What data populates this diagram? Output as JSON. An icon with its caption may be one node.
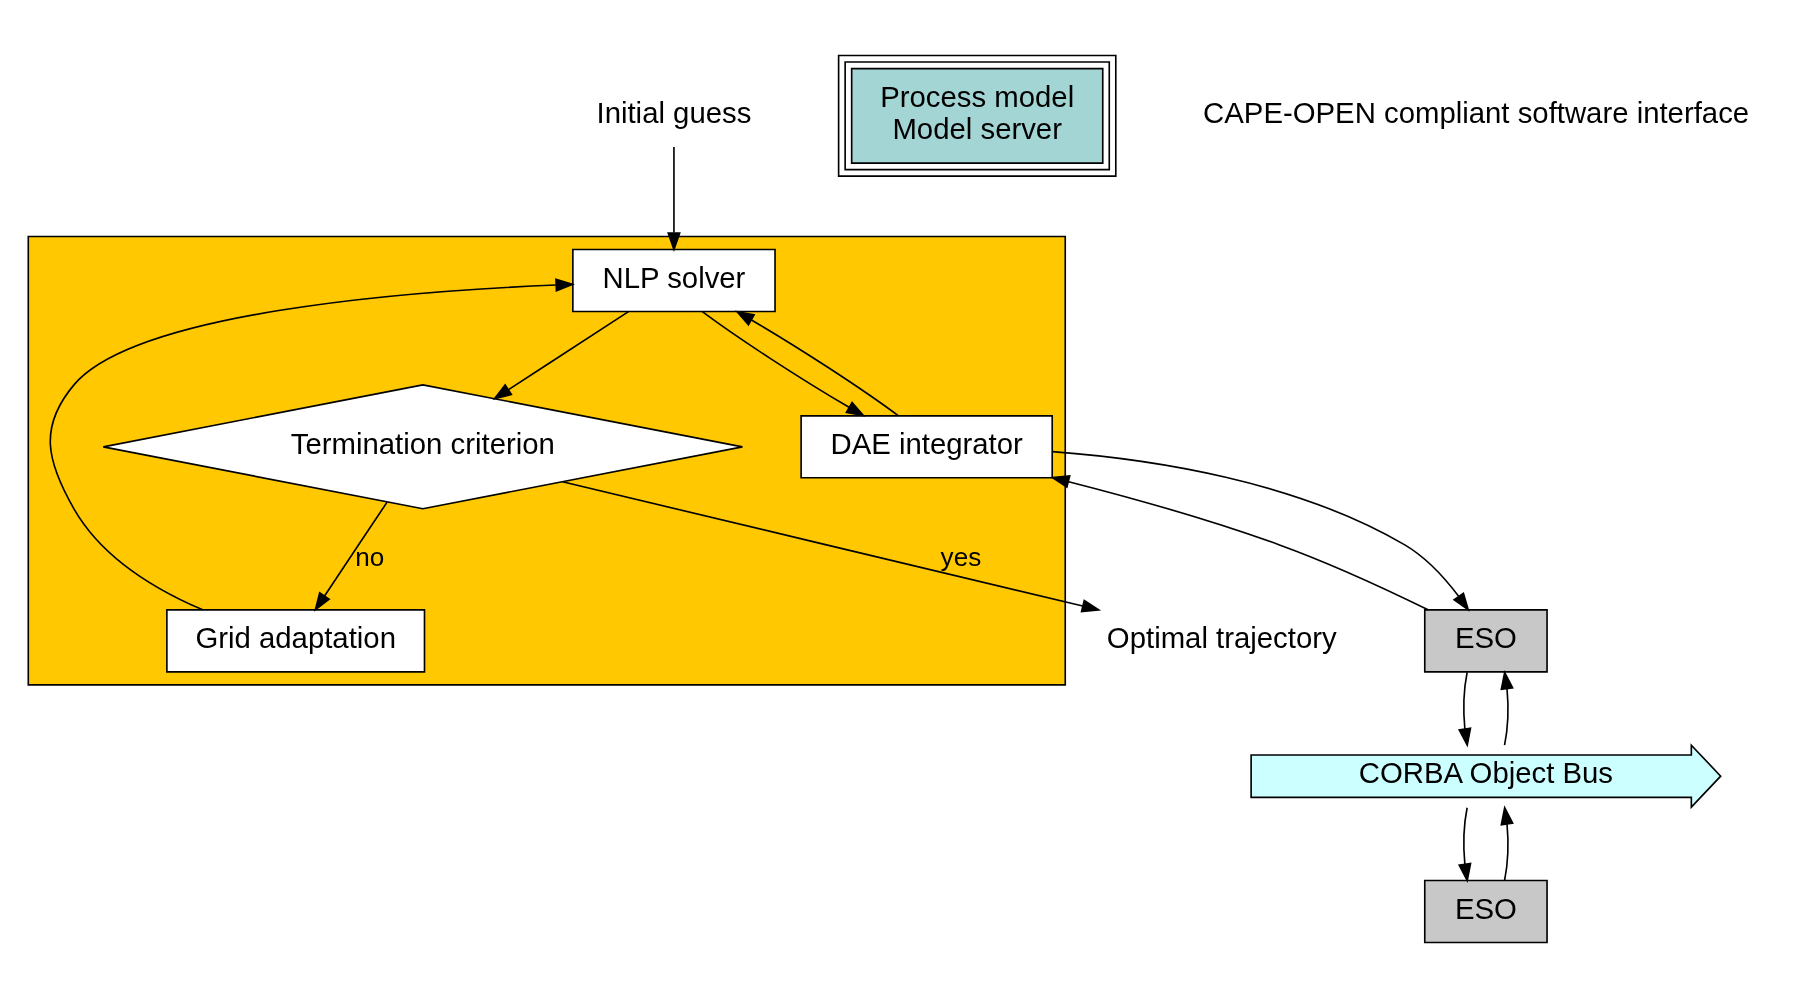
{
  "diagram": {
    "nodes": [
      {
        "text": [],
        "shape": "box"
      },
      {
        "text": [
          "Initial guess"
        ]
      },
      {
        "text": [
          "NLP solver"
        ],
        "in": 0
      },
      {
        "text": [
          "DAE integrator"
        ],
        "in": 0
      },
      {
        "text": [
          "ESO"
        ]
      },
      {
        "text": [
          "Grid adaptation"
        ],
        "in": 0
      },
      {
        "text": [
          "Termination criterion"
        ],
        "in": 0
      },
      {
        "text": [
          "Optimal trajectory"
        ]
      },
      {
        "text": [
          "Process model",
          "Model server"
        ]
      },
      {
        "text": [
          "ESO"
        ]
      },
      {
        "text": [
          "CORBA Object Bus"
        ]
      }
    ],
    "edges": [
      {
        "from": 1,
        "to": 2,
        "arrow": "to"
      },
      {
        "from": 2,
        "to": 3,
        "arrow": "to"
      },
      {
        "from": 3,
        "to": 2,
        "arrow": "to"
      },
      {
        "from": 3,
        "to": 4,
        "arrow": "to"
      },
      {
        "from": 4,
        "to": 3,
        "arrow": "to"
      },
      {
        "from": 2,
        "to": 6,
        "arrow": "to"
      },
      {
        "from": 6,
        "to": 5,
        "arrow": "to",
        "label": "no"
      },
      {
        "from": 5,
        "to": 2,
        "arrow": "to"
      },
      {
        "from": 6,
        "to": 7,
        "arrow": "to",
        "label": "yes"
      },
      {
        "from": 4,
        "to": 10,
        "arrow": "to"
      },
      {
        "from": 10,
        "to": 4,
        "arrow": "to"
      },
      {
        "from": 9,
        "to": 10,
        "arrow": "to"
      },
      {
        "from": 10,
        "to": 9,
        "arrow": "to"
      }
    ],
    "labels": [
      "CAPE-OPEN compliant software interface"
    ]
  }
}
